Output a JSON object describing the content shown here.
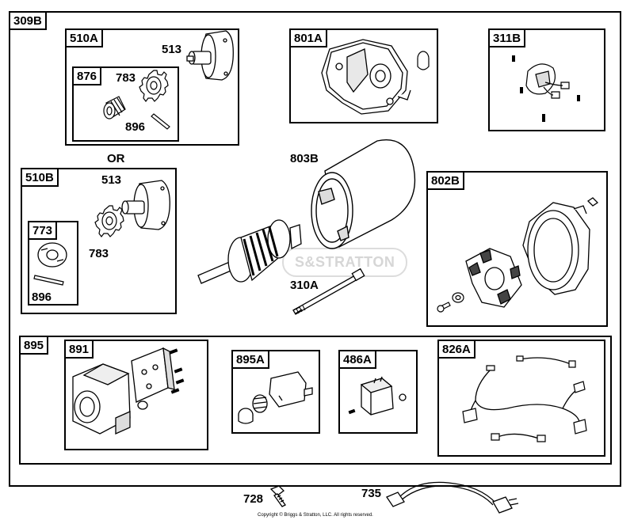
{
  "groups": {
    "g309B": "309B",
    "g510A": "510A",
    "g876": "876",
    "g801A": "801A",
    "g311B": "311B",
    "g510B": "510B",
    "g773": "773",
    "g802B": "802B",
    "g895": "895",
    "g891": "891",
    "g895A": "895A",
    "g486A": "486A",
    "g826A": "826A"
  },
  "labels": {
    "p513a": "513",
    "p783a": "783",
    "p896a": "896",
    "or": "OR",
    "p513b": "513",
    "p783b": "783",
    "p896b": "896",
    "p803B": "803B",
    "p310A": "310A",
    "p728": "728",
    "p735": "735"
  },
  "watermark": "S&STRATTON",
  "copyright": "Copyright © Briggs & Stratton, LLC. All rights reserved."
}
